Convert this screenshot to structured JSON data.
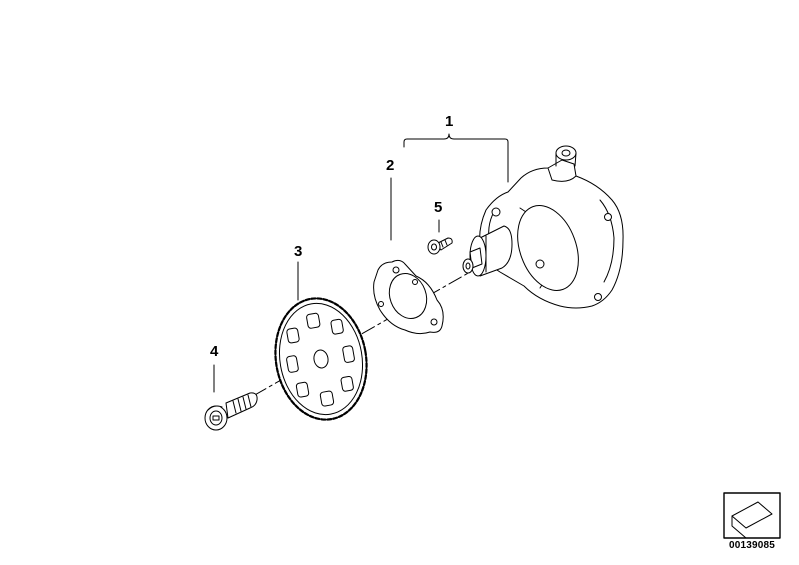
{
  "diagram": {
    "callouts": [
      {
        "id": "1",
        "label": "1"
      },
      {
        "id": "2",
        "label": "2"
      },
      {
        "id": "3",
        "label": "3"
      },
      {
        "id": "4",
        "label": "4"
      },
      {
        "id": "5",
        "label": "5"
      }
    ],
    "document_number": "00139085",
    "line_color": "#000000"
  }
}
